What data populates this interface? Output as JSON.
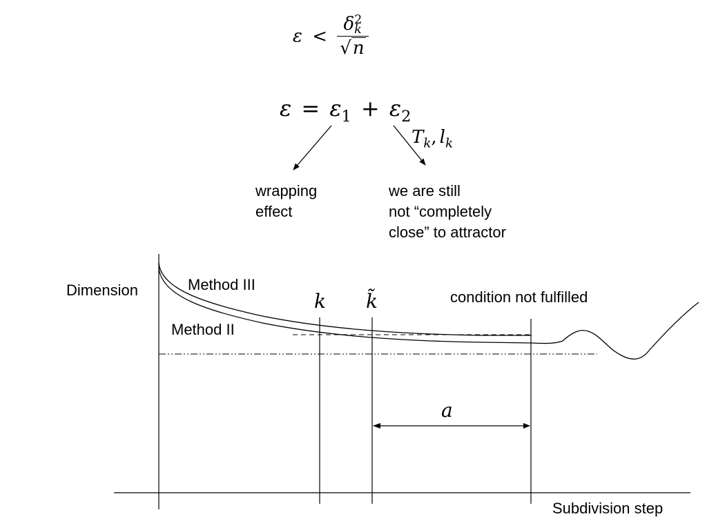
{
  "formulas": {
    "condition": {
      "lhs": "ε",
      "rel": "<",
      "num_base": "δ",
      "num_sup": "2",
      "num_sub": "k",
      "den_root": "√",
      "den_arg": "n"
    },
    "decomposition": {
      "lhs": "ε",
      "eq": "=",
      "t1_base": "ε",
      "t1_sub": "1",
      "plus": "+",
      "t2_base": "ε",
      "t2_sub": "2"
    },
    "params": {
      "T": "T",
      "T_sub": "k",
      "comma": ",",
      "l": "l",
      "l_sub": "k"
    }
  },
  "annotations": {
    "wrapping": [
      "wrapping",
      "effect"
    ],
    "attractor": [
      "we are still",
      "not “completely",
      "close” to attractor"
    ]
  },
  "graph": {
    "ylabel": "Dimension",
    "xlabel": "Subdivision step",
    "curve_top": "Method III",
    "curve_bottom": "Method II",
    "marker_k": "k",
    "marker_ktilde": "k̃",
    "condition_note": "condition not fulfilled",
    "interval": "a"
  }
}
